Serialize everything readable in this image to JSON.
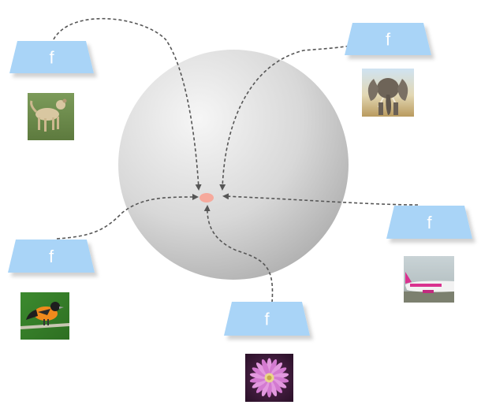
{
  "encoder_label": "f",
  "encoders": [
    {
      "id": "dog",
      "image_icon": "dog-photo"
    },
    {
      "id": "elephant",
      "image_icon": "elephant-photo"
    },
    {
      "id": "bird",
      "image_icon": "oriole-bird-photo"
    },
    {
      "id": "airplane",
      "image_icon": "airplane-photo"
    },
    {
      "id": "flower",
      "image_icon": "pink-daisy-photo"
    }
  ],
  "colors": {
    "encoder_fill": "#a9d4f7",
    "target_point": "#f6a99c",
    "arrow": "#555555",
    "sphere_light": "#f4f4f4",
    "sphere_dark": "#b5b5b5"
  }
}
